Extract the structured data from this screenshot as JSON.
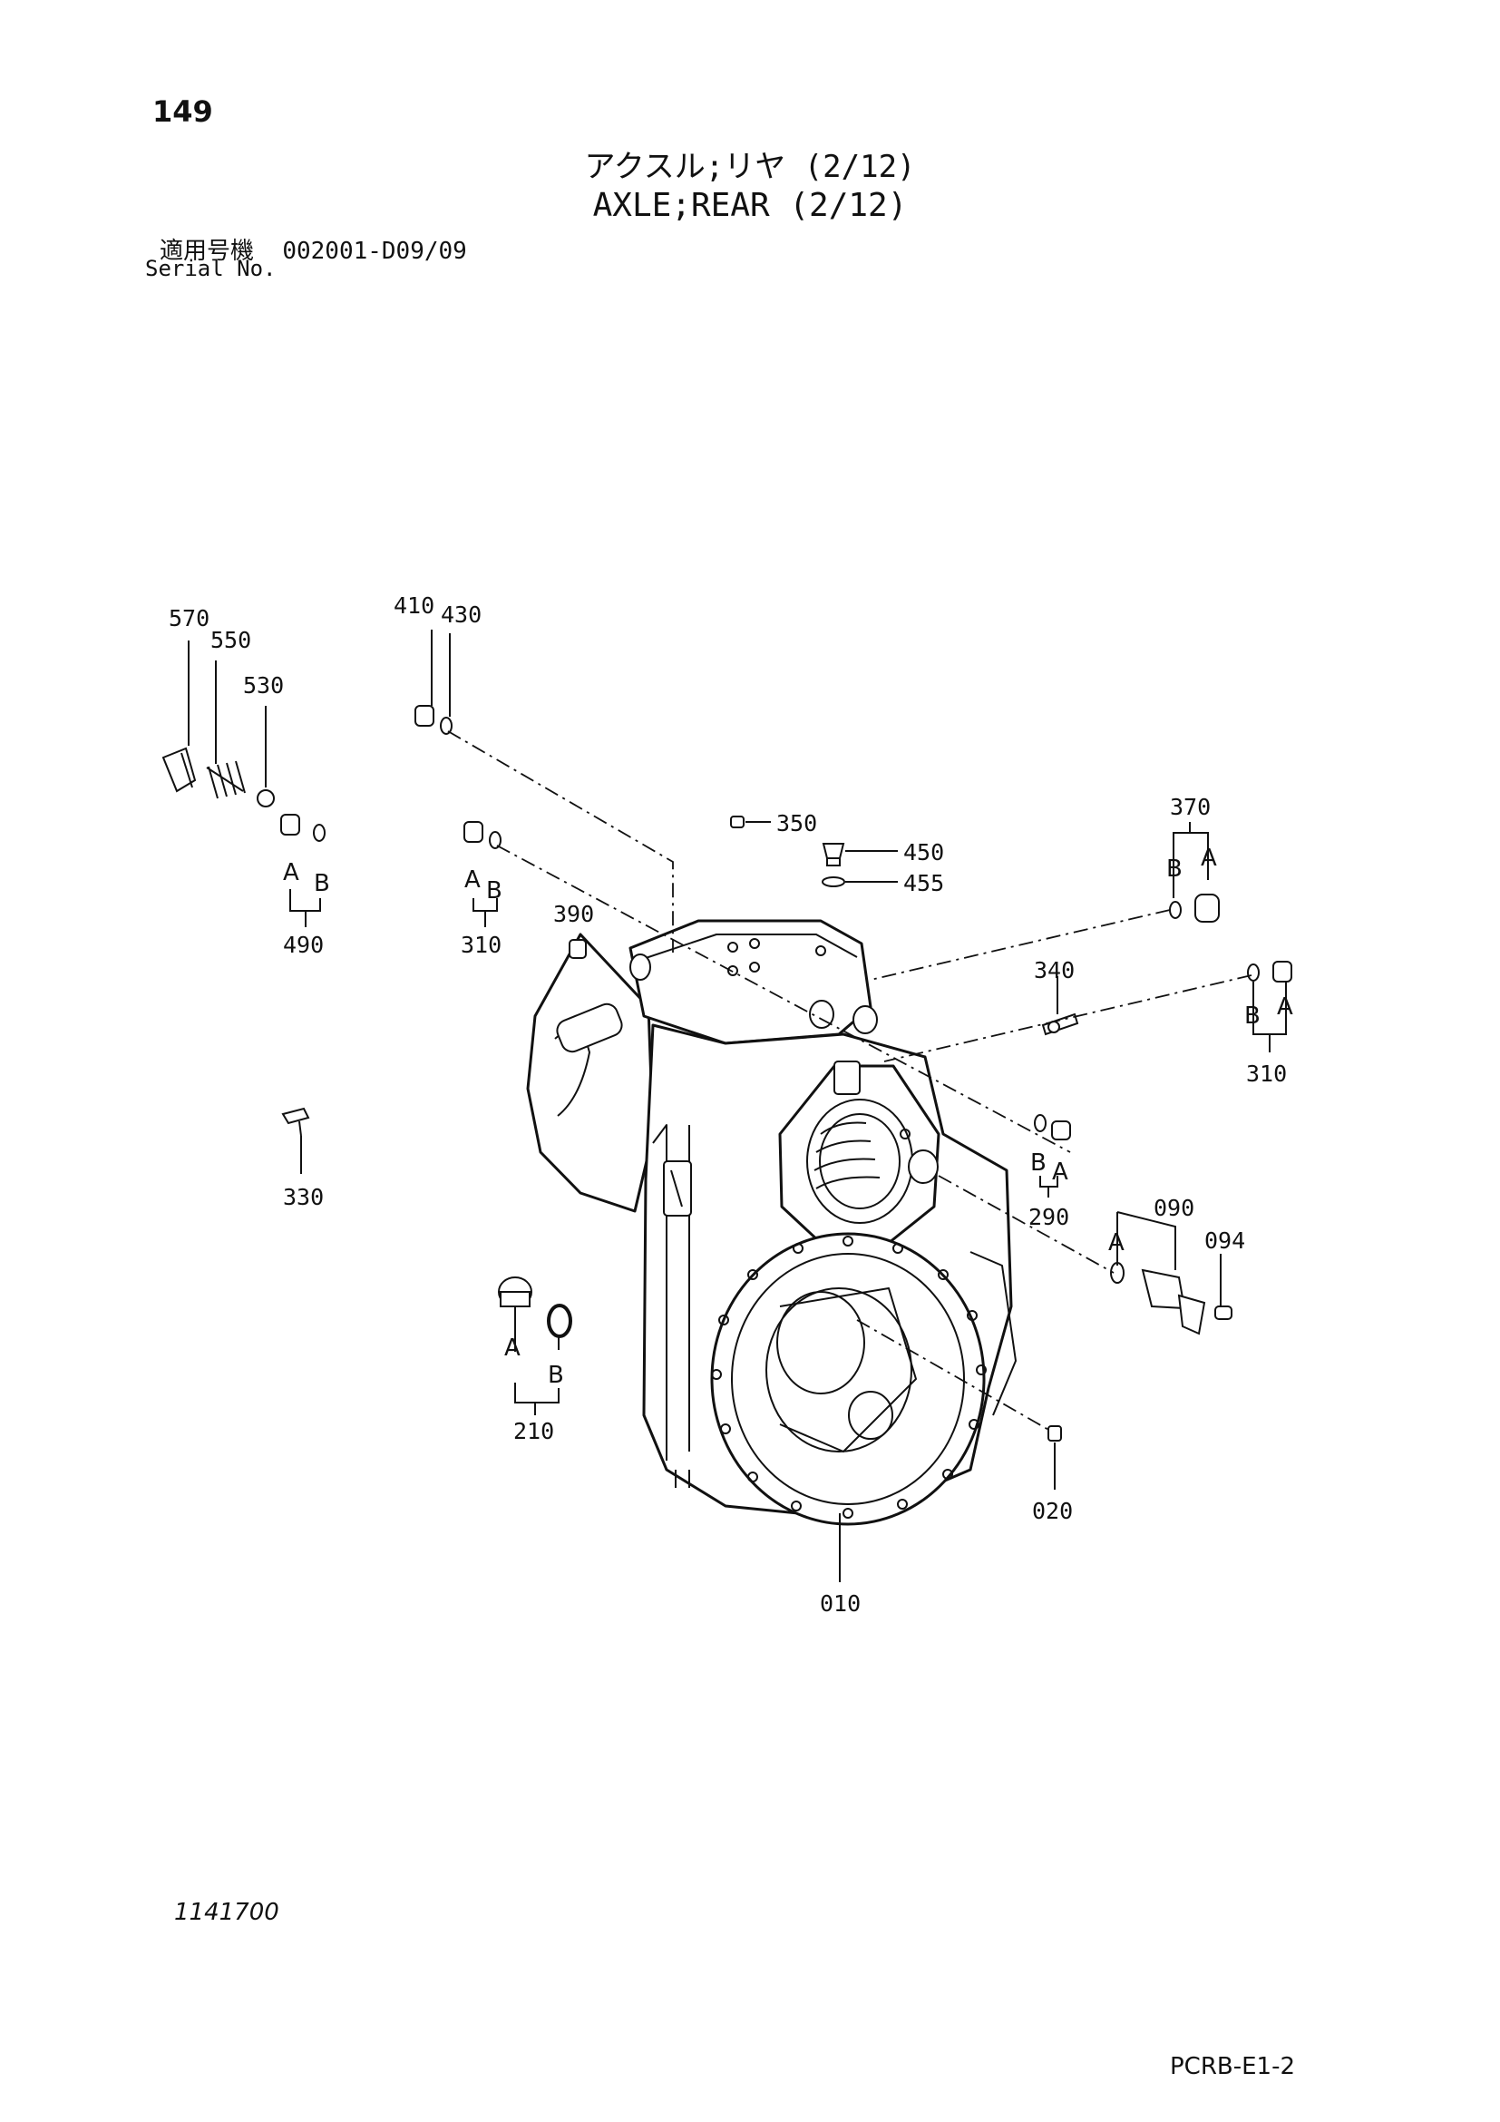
{
  "header": {
    "page_number": "149",
    "title_jp": "アクスル;リヤ (2/12)",
    "title_en": "AXLE;REAR (2/12)",
    "serial_label_jp": "適用号機",
    "serial_range": "002001-D09/09",
    "serial_label_en": "Serial No."
  },
  "footer": {
    "drawing_number": "1141700",
    "page_code": "PCRB-E1-2"
  },
  "callouts": {
    "p570": "570",
    "p550": "550",
    "p530": "530",
    "p410": "410",
    "p430": "430",
    "p350": "350",
    "p450": "450",
    "p455": "455",
    "p370": "370",
    "p490": "490",
    "p310a": "310",
    "p310b": "310",
    "p390": "390",
    "p340": "340",
    "p330": "330",
    "p290": "290",
    "p090": "090",
    "p094": "094",
    "p210": "210",
    "p020": "020",
    "p010": "010"
  },
  "sublabels": {
    "a": "A",
    "b": "B"
  }
}
